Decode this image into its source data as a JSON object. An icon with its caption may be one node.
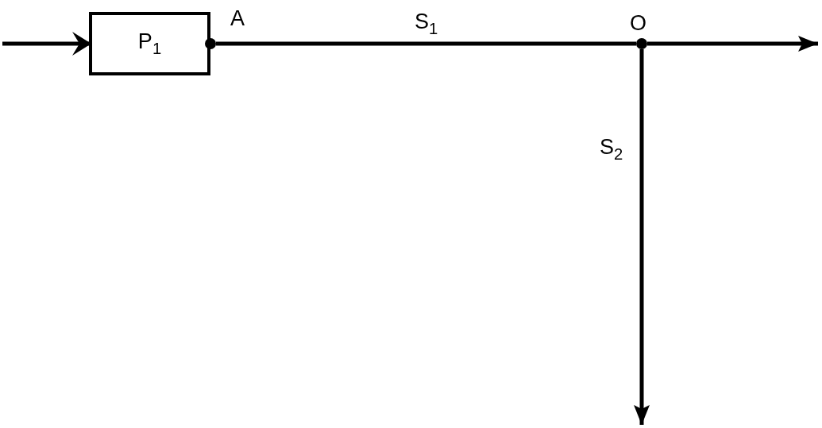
{
  "diagram": {
    "nodes": [
      {
        "text": [
          "P$_{1}$"
        ]
      },
      {
        "text": [],
        "shape": "circle",
        "beside": [
          "A"
        ]
      },
      {
        "text": [],
        "shape": "circle",
        "beside": [
          "O"
        ]
      }
    ],
    "edges": [
      {
        "from": null,
        "to": 0,
        "arrow": "to"
      },
      {
        "from": 1,
        "to": 2,
        "arrow": "none",
        "label": "S$_{1}$"
      },
      {
        "from": 2,
        "to": null,
        "arrow": "to"
      },
      {
        "from": 2,
        "to": null,
        "arrow": "to",
        "label": "S$_{2}$"
      }
    ]
  }
}
